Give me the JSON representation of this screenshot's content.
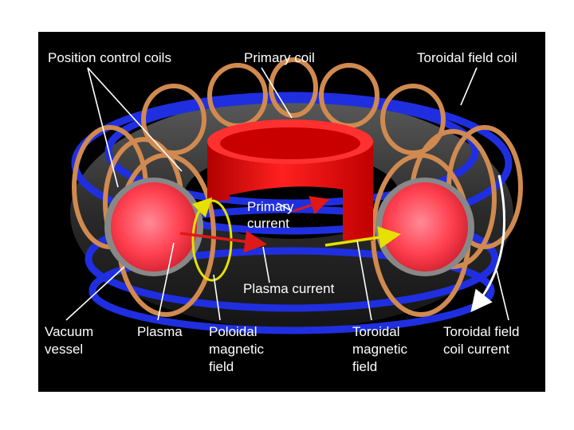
{
  "labels": {
    "position_control_coils": "Position control coils",
    "primary_coil": "Primary coil",
    "toroidal_field_coil": "Toroidal field coil",
    "primary_current_1": "Primary",
    "primary_current_2": "current",
    "plasma_current": "Plasma current",
    "vacuum_vessel_1": "Vacuum",
    "vacuum_vessel_2": "vessel",
    "plasma": "Plasma",
    "poloidal_1": "Poloidal",
    "poloidal_2": "magnetic",
    "poloidal_3": "field",
    "toroidal_1": "Toroidal",
    "toroidal_2": "magnetic",
    "toroidal_3": "field",
    "tf_coil_current_1": "Toroidal field",
    "tf_coil_current_2": "coil current"
  },
  "colors": {
    "background": "#000000",
    "vessel": "#3a3a3a",
    "plasma": "#ff3b4a",
    "primary_coil": "#e81010",
    "position_coils": "#1f2fe0",
    "toroidal_coils": "#d08a50",
    "field_arrows": "#e6e000",
    "current_arrows": "#e01818"
  }
}
